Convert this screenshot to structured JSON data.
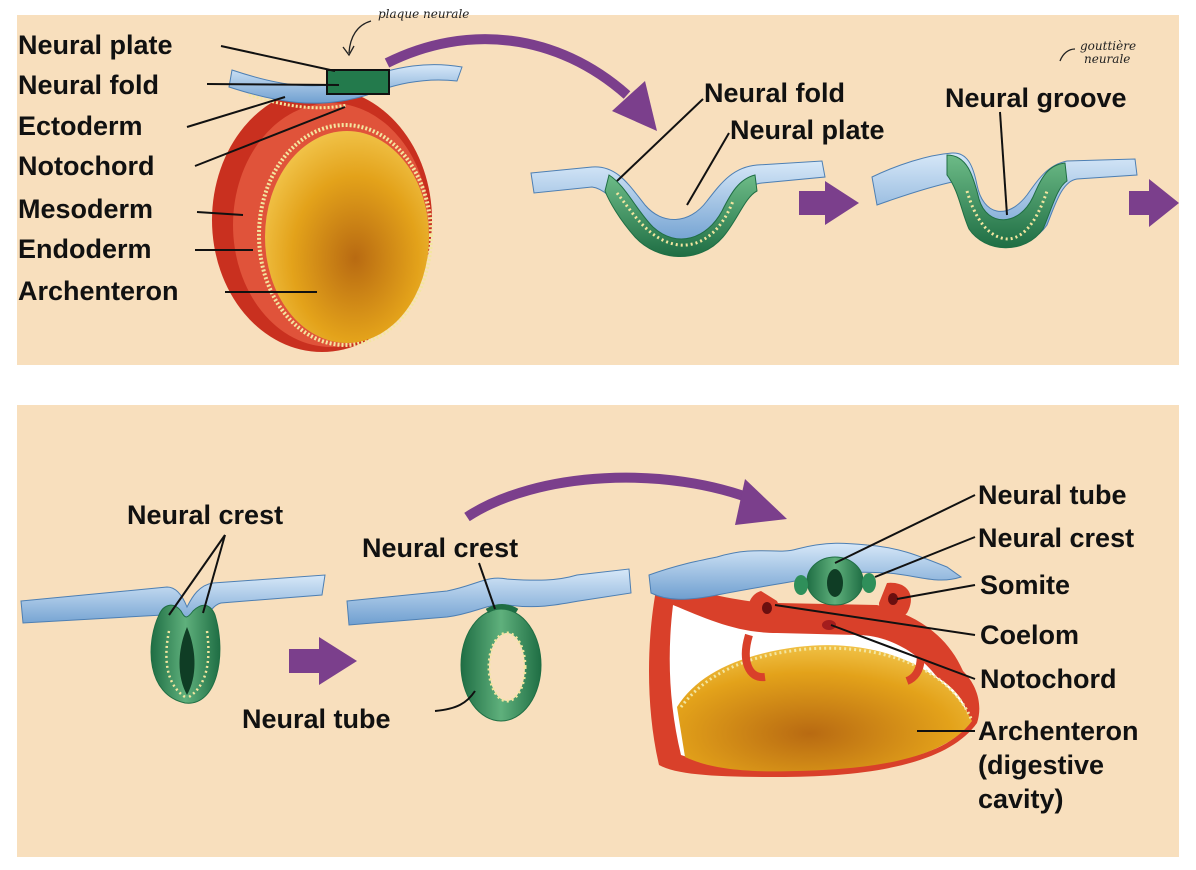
{
  "top_panel": {
    "labels": {
      "neural_plate": "Neural plate",
      "neural_fold": "Neural fold",
      "ectoderm": "Ectoderm",
      "notochord": "Notochord",
      "mesoderm": "Mesoderm",
      "endoderm": "Endoderm",
      "archenteron": "Archenteron",
      "stage2_neural_fold": "Neural fold",
      "stage2_neural_plate": "Neural plate",
      "stage3_neural_groove": "Neural groove"
    },
    "annotations": {
      "plaque_neurale": "plaque neurale",
      "gouttiere_line1": "gouttière",
      "gouttiere_line2": "neurale"
    }
  },
  "bottom_panel": {
    "labels": {
      "stage4_neural_crest": "Neural crest",
      "stage5_neural_crest": "Neural crest",
      "stage5_neural_tube": "Neural tube",
      "stage6_neural_tube": "Neural tube",
      "stage6_neural_crest": "Neural crest",
      "stage6_somite": "Somite",
      "stage6_coelom": "Coelom",
      "stage6_notochord": "Notochord",
      "stage6_archenteron_1": "Archenteron",
      "stage6_archenteron_2": "(digestive",
      "stage6_archenteron_3": "cavity)"
    }
  },
  "colors": {
    "background": "#f8dfbd",
    "ectoderm_blue": "#9ec3e6",
    "neural_green": "#2f8f5a",
    "mesoderm_red": "#d9402a",
    "endoderm_yellow": "#e3a21a",
    "arrow_purple": "#7b3f8c"
  }
}
